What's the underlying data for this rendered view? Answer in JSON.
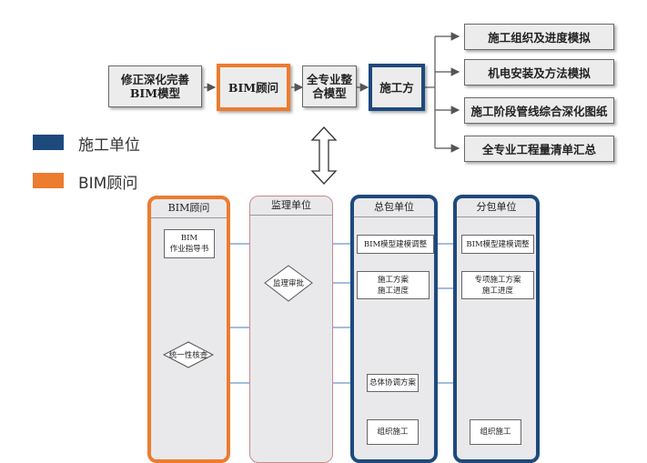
{
  "top_flow": {
    "step1": "修正深化完善\nBIM模型",
    "step2": "BIM顾问",
    "step3": "全专业整\n合模型",
    "step4": "施工方",
    "outputs": [
      "施工组织及进度模拟",
      "机电安装及方法模拟",
      "施工阶段管线综合深化图纸",
      "全专业工程量清单汇总"
    ]
  },
  "legend": [
    {
      "label": "施工单位",
      "color": "#1e497d"
    },
    {
      "label": "BIM顾问",
      "color": "#ec7c2f"
    }
  ],
  "lanes": {
    "bim": {
      "title": "BIM顾问",
      "color": "#ec7c2f"
    },
    "supervision": {
      "title": "监理单位",
      "color": "#c98b8b"
    },
    "general": {
      "title": "总包单位",
      "color": "#1e497d"
    },
    "sub": {
      "title": "分包单位",
      "color": "#1e497d"
    }
  },
  "flow": {
    "bim_guide": "BIM\n作业指导书",
    "supervision_review": "监理审批",
    "consistency_check": "统一性核查",
    "gc_model_adjust": "BIM模型建模调整",
    "gc_plan": "施工方案\n施工进度",
    "gc_coordination": "总体协调方案",
    "gc_construct": "组织施工",
    "sc_model_adjust": "BIM模型建模调整",
    "sc_plan": "专项施工方案\n施工进度",
    "sc_construct": "组织施工"
  }
}
